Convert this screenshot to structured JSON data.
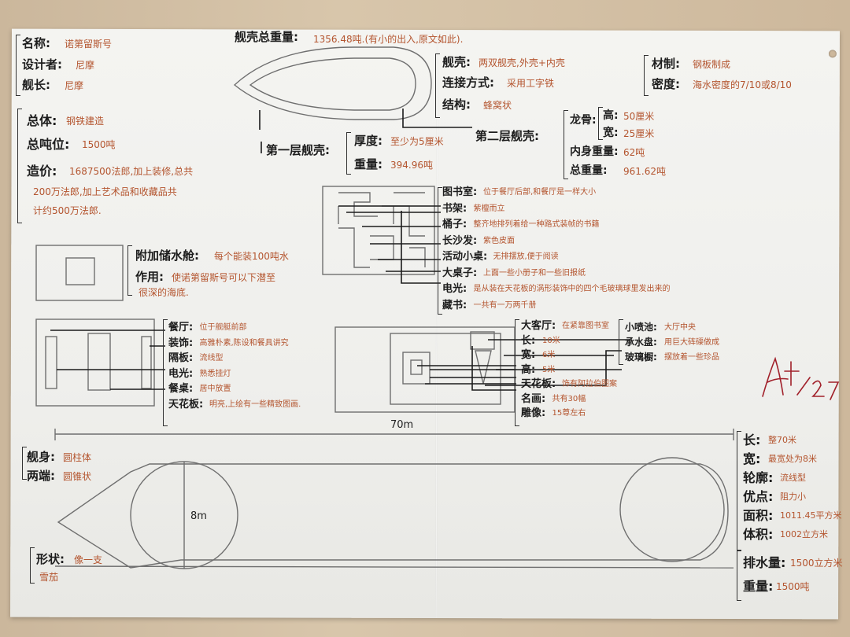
{
  "header": {
    "name": {
      "label": "名称:",
      "value": "诺第留斯号"
    },
    "designer": {
      "label": "设计者:",
      "value": "尼摩"
    },
    "captain": {
      "label": "舰长:",
      "value": "尼摩"
    },
    "total_hull_weight": {
      "label": "舰壳总重量:",
      "value": "1356.48吨.(有小的出入,原文如此)."
    }
  },
  "overall": {
    "body": {
      "label": "总体:",
      "value": "钢铁建造"
    },
    "tonnage": {
      "label": "总吨位:",
      "value": "1500吨"
    },
    "cost_label": "造价:",
    "cost_lines": [
      "1687500法郎,加上装修,总共",
      "200万法郎,加上艺术品和收藏品共",
      "计约500万法郎."
    ]
  },
  "hull": {
    "shell": {
      "label": "舰壳:",
      "value": "两双舰壳,外壳+内壳"
    },
    "connection": {
      "label": "连接方式:",
      "value": "采用工字铁"
    },
    "structure": {
      "label": "结构:",
      "value": "蜂窝状"
    },
    "material": {
      "label": "材制:",
      "value": "钢板制成"
    },
    "density": {
      "label": "密度:",
      "value": "海水密度的7/10或8/10"
    }
  },
  "first_shell": {
    "title": "第一层舰壳:",
    "thickness": {
      "label": "厚度:",
      "value": "至少为5厘米"
    },
    "weight": {
      "label": "重量:",
      "value": "394.96吨"
    }
  },
  "second_shell": {
    "title": "第二层舰壳:",
    "keel": "龙骨:",
    "height": {
      "label": "高:",
      "value": "50厘米"
    },
    "width": {
      "label": "宽:",
      "value": "25厘米"
    },
    "inner_weight": {
      "label": "内身重量:",
      "value": "62吨"
    },
    "total_weight": {
      "label": "总重量:",
      "value": "961.62吨"
    }
  },
  "library": {
    "items": [
      {
        "label": "图书室:",
        "value": "位于餐厅后部,和餐厅是一样大小"
      },
      {
        "label": "书架:",
        "value": "紫檀而立"
      },
      {
        "label": "桶子:",
        "value": "整齐地排列着给一种路式装帧的书籍"
      },
      {
        "label": "长沙发:",
        "value": "紫色皮面"
      },
      {
        "label": "活动小桌:",
        "value": "无排摆放,便于阅读"
      },
      {
        "label": "大桌子:",
        "value": "上面一些小册子和一些旧报纸"
      },
      {
        "label": "电光:",
        "value": "是从装在天花板的涡形装饰中的四个毛玻璃球里发出来的"
      },
      {
        "label": "藏书:",
        "value": "一共有一万两千册"
      }
    ]
  },
  "ballast": {
    "tank": {
      "label": "附加储水舱:",
      "value": "每个能装100吨水"
    },
    "purpose_label": "作用:",
    "purpose_lines": [
      "使诺第留斯号可以下潜至",
      "很深的海底."
    ]
  },
  "dining": {
    "items": [
      {
        "label": "餐厅:",
        "value": "位于舰艇前部"
      },
      {
        "label": "装饰:",
        "value": "高雅朴素,陈设和餐具讲究"
      },
      {
        "label": "隔板:",
        "value": "流线型"
      },
      {
        "label": "电光:",
        "value": "熟悉挂灯"
      },
      {
        "label": "餐桌:",
        "value": "居中放置"
      },
      {
        "label": "天花板:",
        "value": "明亮,上绘有一些精致图画."
      }
    ]
  },
  "salon": {
    "left": [
      {
        "label": "大客厅:",
        "value": "在紧靠图书室"
      },
      {
        "label": "长:",
        "value": "10米"
      },
      {
        "label": "宽:",
        "value": "6米"
      },
      {
        "label": "高:",
        "value": "5米"
      },
      {
        "label": "天花板:",
        "value": "饰有阿拉伯图案"
      },
      {
        "label": "名画:",
        "value": "共有30幅"
      },
      {
        "label": "雕像:",
        "value": "15尊左右"
      }
    ],
    "right": [
      {
        "label": "小喷池:",
        "value": "大厅中央"
      },
      {
        "label": "承水盘:",
        "value": "用巨大砗磲做成"
      },
      {
        "label": "玻璃橱:",
        "value": "摆放着一些珍品"
      }
    ]
  },
  "hull_dims": {
    "length_mark": "70m",
    "diameter_mark": "8m",
    "body": {
      "label": "舰身:",
      "value": "圆柱体"
    },
    "ends": {
      "label": "两端:",
      "value": "圆锥状"
    },
    "shape": {
      "label": "形状:",
      "value_lines": [
        "像一支",
        "雪茄"
      ]
    }
  },
  "specs": {
    "items": [
      {
        "label": "长:",
        "value": "整70米"
      },
      {
        "label": "宽:",
        "value": "最宽处为8米"
      },
      {
        "label": "轮廓:",
        "value": "流线型"
      },
      {
        "label": "优点:",
        "value": "阻力小"
      },
      {
        "label": "面积:",
        "value": "1011.45平方米"
      },
      {
        "label": "体积:",
        "value": "1002立方米"
      }
    ],
    "displacement": {
      "label": "排水量:",
      "value": "1500立方米"
    },
    "weight": {
      "label": "重量:",
      "value": "1500吨"
    }
  },
  "colors": {
    "ink": "#1d1d1d",
    "marker": "#b4552f",
    "pencil": "#6b6b6b",
    "signature": "#a1202a"
  }
}
